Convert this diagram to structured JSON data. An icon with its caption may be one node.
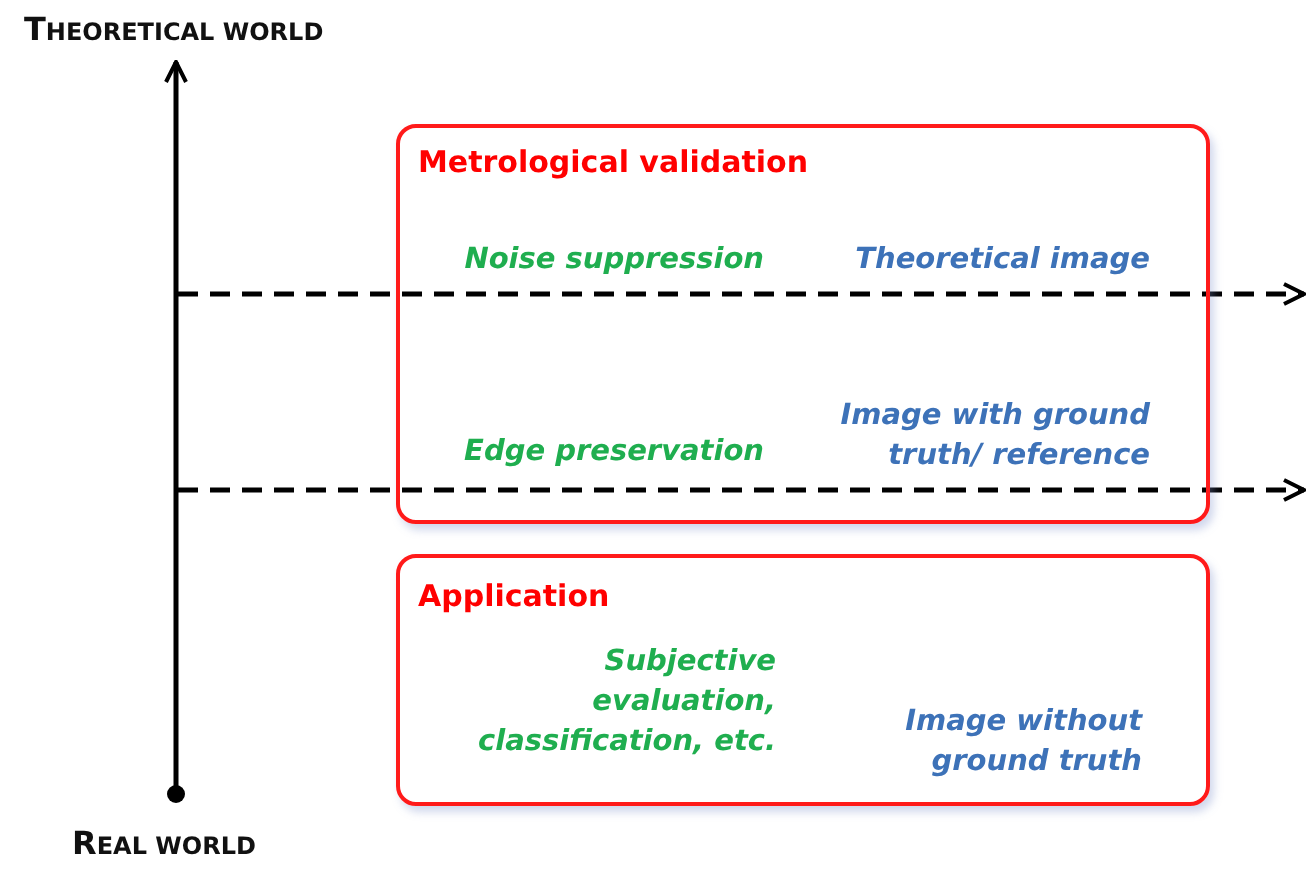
{
  "diagram": {
    "nodes": [
      {
        "text": [
          "Metrological validation",
          "Noise suppression",
          "Theoretical image",
          "Edge preservation",
          "Image with ground truth/ reference"
        ]
      },
      {
        "text": [
          "Application",
          "Subjective evaluation, classification, etc.",
          "Image without ground truth"
        ]
      }
    ],
    "labels": [
      "THEORETICAL WORLD",
      "REAL WORLD"
    ]
  }
}
